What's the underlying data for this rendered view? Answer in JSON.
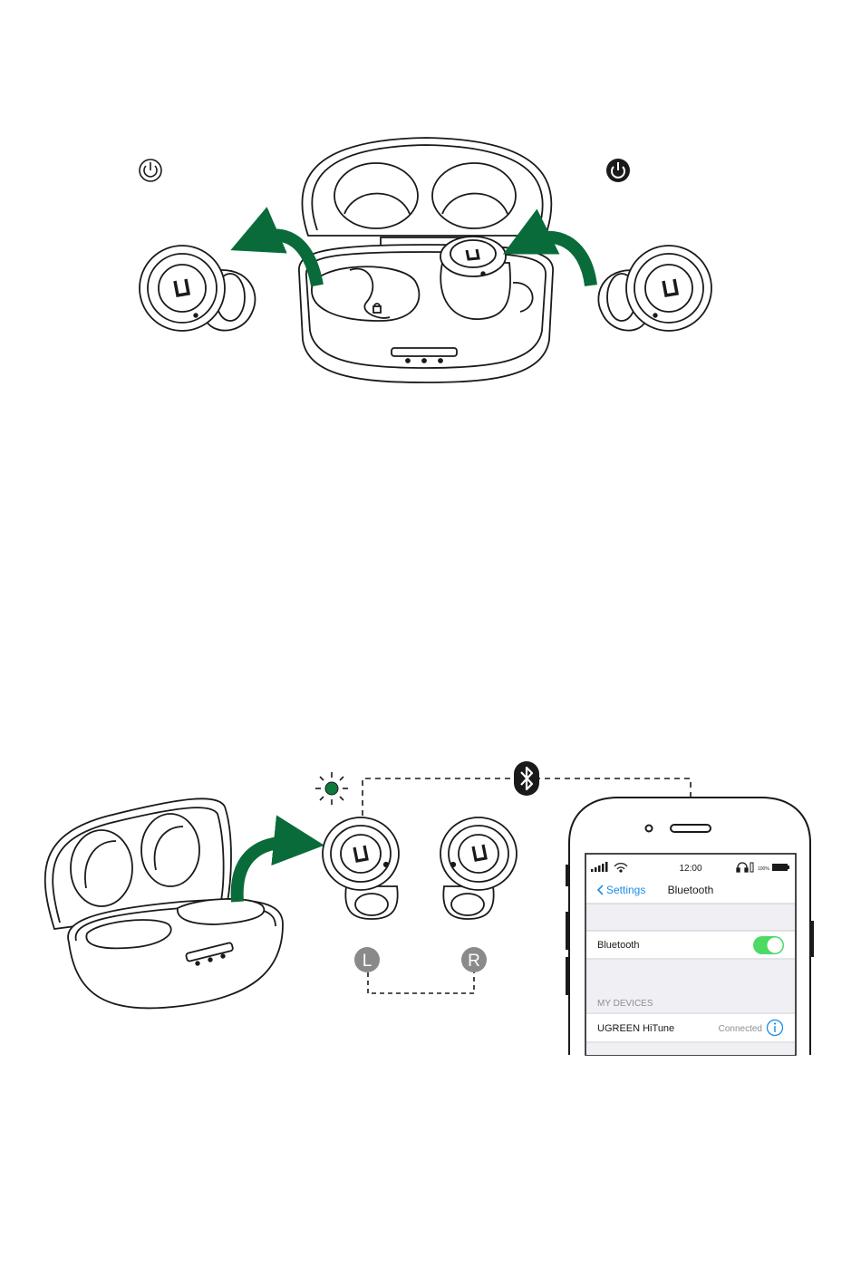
{
  "colors": {
    "arrow": "#0a6b3a",
    "led": "#0e7a3c",
    "toggle_on": "#4cd964",
    "ios_blue": "#1a8ee8",
    "badge_gray": "#8a8a8a",
    "section_gray": "#efeff4",
    "line": "#1a1a1a"
  },
  "icons": {
    "power_off": "power-outline-icon",
    "power_on": "power-filled-icon",
    "bluetooth": "bluetooth-icon",
    "led": "led-light-icon",
    "brand_logo": "ugreen-logo-icon"
  },
  "earbuds": {
    "left_label": "L",
    "right_label": "R"
  },
  "phone": {
    "status": {
      "time": "12:00",
      "battery": "100%"
    },
    "nav": {
      "back_label": "Settings",
      "title": "Bluetooth"
    },
    "bluetooth_row": {
      "label": "Bluetooth",
      "enabled": true
    },
    "devices": {
      "section_header": "MY DEVICES",
      "items": [
        {
          "name": "UGREEN HiTune",
          "status": "Connected"
        }
      ]
    }
  }
}
